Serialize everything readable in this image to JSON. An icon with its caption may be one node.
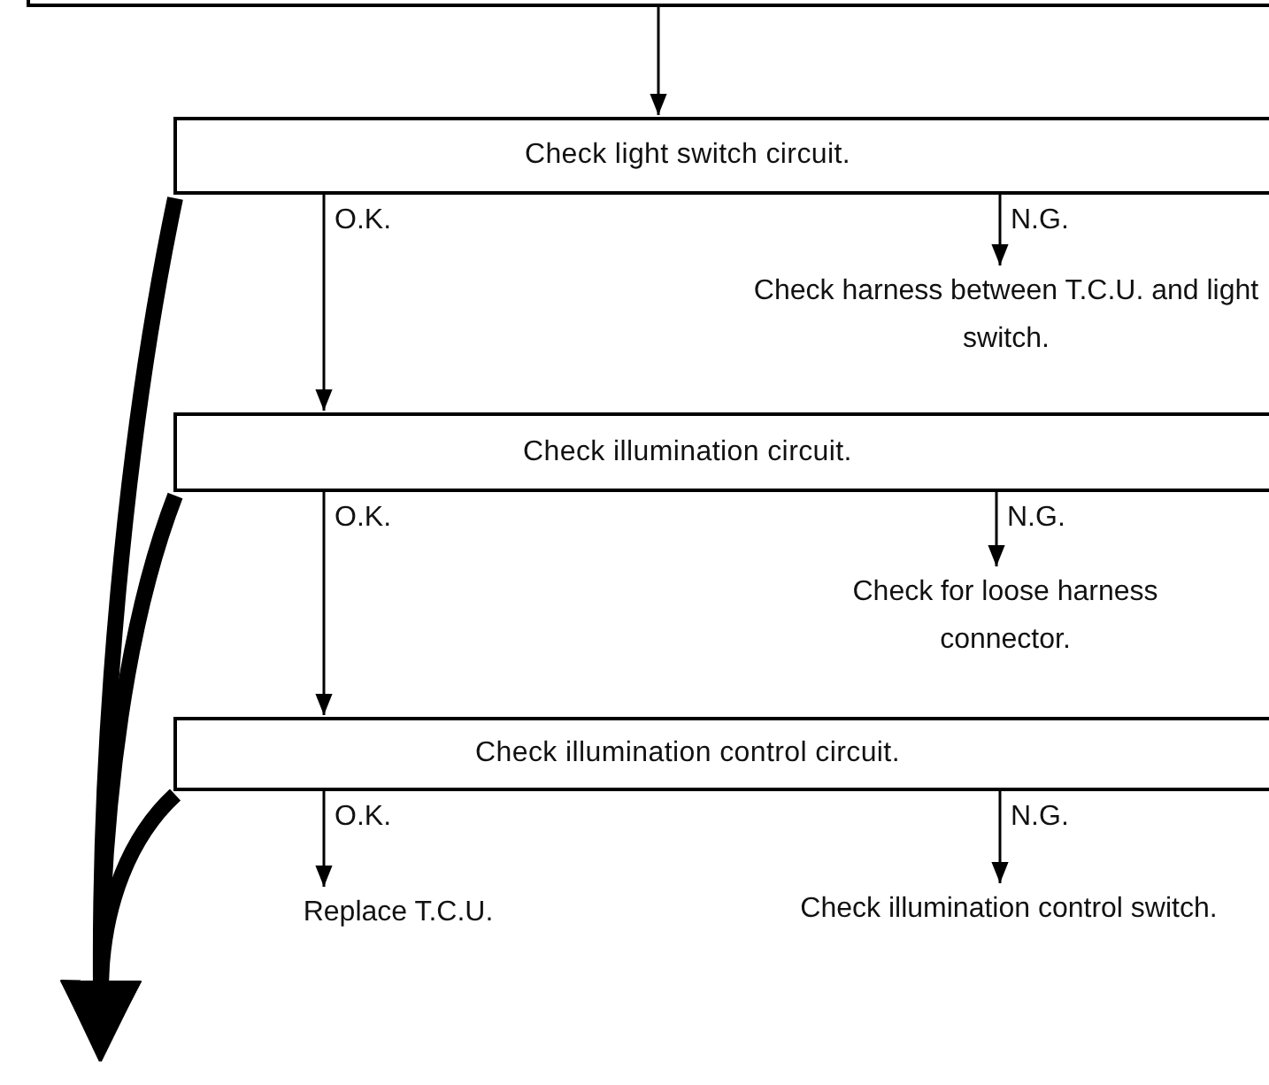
{
  "diagram": {
    "nodes": [
      {
        "text": [],
        "shape": "box"
      },
      {
        "text": [
          "Check light switch circuit."
        ]
      },
      {
        "text": [
          "Check harness between T.C.U. and light switch."
        ]
      },
      {
        "text": [
          "Check illumination circuit."
        ]
      },
      {
        "text": [
          "Check for loose harness connector."
        ]
      },
      {
        "text": [
          "Check illumination control circuit."
        ]
      },
      {
        "text": [
          "Replace T.C.U."
        ]
      },
      {
        "text": [
          "Check illumination control switch."
        ]
      }
    ],
    "edges": [
      {
        "from": 0,
        "to": 1,
        "arrow": "to"
      },
      {
        "from": 1,
        "to": 3,
        "arrow": "to",
        "label": "O.K."
      },
      {
        "from": 1,
        "to": 2,
        "arrow": "to",
        "label": "N.G."
      },
      {
        "from": 3,
        "to": 5,
        "arrow": "to",
        "label": "O.K."
      },
      {
        "from": 3,
        "to": 4,
        "arrow": "to",
        "label": "N.G."
      },
      {
        "from": 5,
        "to": 6,
        "arrow": "to",
        "label": "O.K."
      },
      {
        "from": 5,
        "to": 7,
        "arrow": "to",
        "label": "N.G."
      },
      {
        "from": 1,
        "to": null,
        "arrow": "to",
        "style": "thick"
      },
      {
        "from": 3,
        "to": null,
        "arrow": "to",
        "style": "thick"
      },
      {
        "from": 5,
        "to": null,
        "arrow": "to",
        "style": "thick"
      }
    ]
  }
}
